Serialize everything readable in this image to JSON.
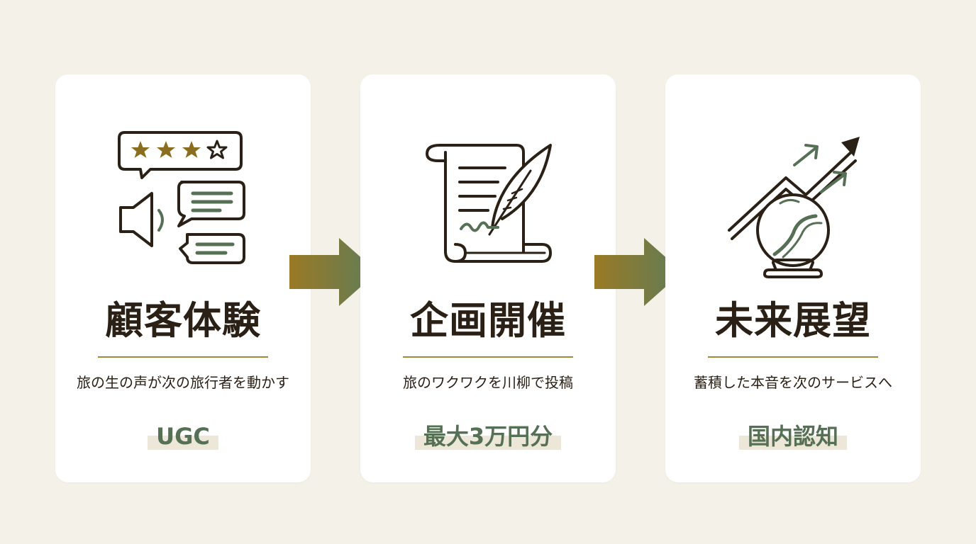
{
  "colors": {
    "background": "#f4f1e8",
    "card": "#ffffff",
    "ink": "#2a2015",
    "gold": "#8a6d1e",
    "green": "#557055",
    "rule": "#a08a3a"
  },
  "steps": [
    {
      "icon": "review-megaphone-icon",
      "title": "顧客体験",
      "subtitle": "旅の生の声が次の旅行者を動かす",
      "tag": "UGC"
    },
    {
      "icon": "scroll-quill-icon",
      "title": "企画開催",
      "subtitle": "旅のワクワクを川柳で投稿",
      "tag": "最大3万円分"
    },
    {
      "icon": "crystal-ball-growth-icon",
      "title": "未来展望",
      "subtitle": "蓄積した本音を次のサービスへ",
      "tag": "国内認知"
    }
  ],
  "connectors": [
    "right-arrow-icon",
    "right-arrow-icon"
  ]
}
